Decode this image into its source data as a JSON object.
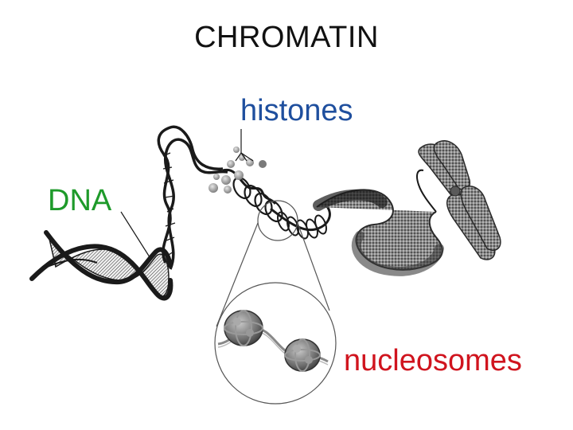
{
  "title": "CHROMATIN",
  "labels": {
    "dna": "DNA",
    "histones": "histones",
    "nucleosomes": "nucleosomes"
  },
  "colors": {
    "title": "#111111",
    "dna": "#1e9a2a",
    "histones": "#1f4f9e",
    "nucleosomes": "#d0141e",
    "strand": "#1a1a1a",
    "histone_ball": "#9a9a9a",
    "nucleosome": "#7d7d7d"
  }
}
